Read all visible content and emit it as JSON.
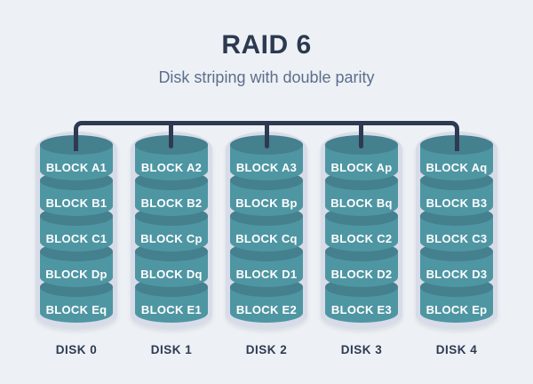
{
  "title": "RAID 6",
  "subtitle": "Disk striping with double parity",
  "disks": [
    {
      "label": "DISK 0",
      "blocks": [
        "BLOCK A1",
        "BLOCK B1",
        "BLOCK C1",
        "BLOCK Dp",
        "BLOCK Eq"
      ]
    },
    {
      "label": "DISK 1",
      "blocks": [
        "BLOCK A2",
        "BLOCK B2",
        "BLOCK Cp",
        "BLOCK Dq",
        "BLOCK E1"
      ]
    },
    {
      "label": "DISK 2",
      "blocks": [
        "BLOCK A3",
        "BLOCK Bp",
        "BLOCK Cq",
        "BLOCK D1",
        "BLOCK E2"
      ]
    },
    {
      "label": "DISK 3",
      "blocks": [
        "BLOCK Ap",
        "BLOCK Bq",
        "BLOCK C2",
        "BLOCK D2",
        "BLOCK E3"
      ]
    },
    {
      "label": "DISK 4",
      "blocks": [
        "BLOCK Aq",
        "BLOCK B3",
        "BLOCK C3",
        "BLOCK D3",
        "BLOCK Ep"
      ]
    }
  ],
  "colors": {
    "background": "#edf1f5",
    "navy": "#2d3a52",
    "subtitle_text": "#5c6e8c",
    "cylinder_body": "#4f96a3",
    "cylinder_top": "#44808e",
    "disk_shell": "#d7dce8",
    "block_text": "#ffffff"
  }
}
